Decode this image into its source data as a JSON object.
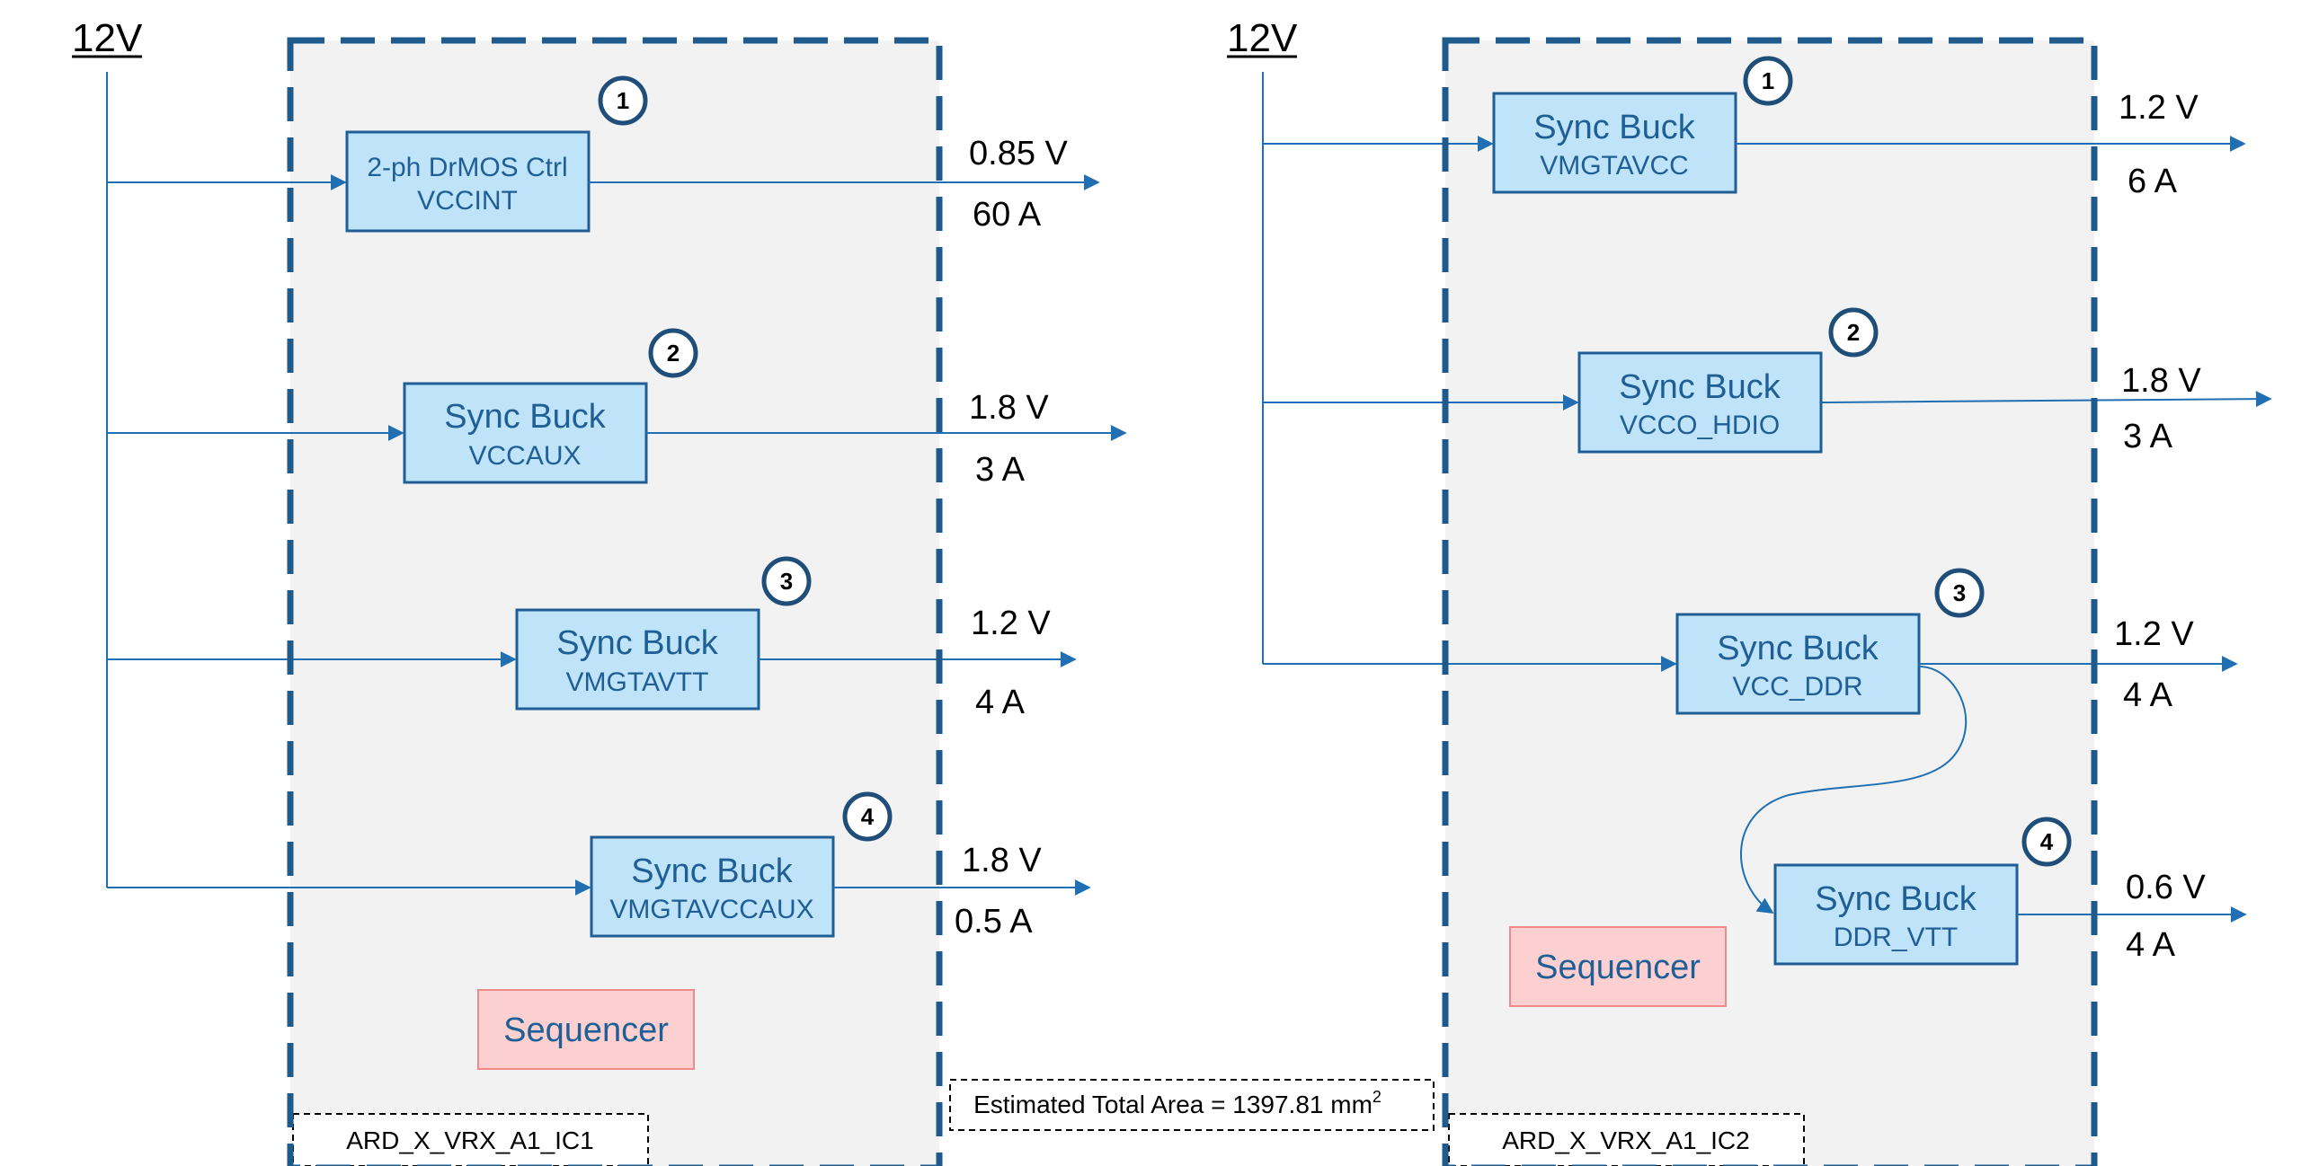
{
  "area_label": "Estimated Total Area = 1397.81 mm",
  "area_sup": "2",
  "left": {
    "rail": "12V",
    "chip_label": "ARD_X_VRX_A1_IC1",
    "sequencer": "Sequencer",
    "regulators": [
      {
        "badge": "1",
        "line1": "2-ph DrMOS Ctrl",
        "line2": "VCCINT",
        "voltage": "0.85 V",
        "current": "60 A"
      },
      {
        "badge": "2",
        "line1": "Sync Buck",
        "line2": "VCCAUX",
        "voltage": "1.8 V",
        "current": "3 A"
      },
      {
        "badge": "3",
        "line1": "Sync Buck",
        "line2": "VMGTAVTT",
        "voltage": "1.2 V",
        "current": "4 A"
      },
      {
        "badge": "4",
        "line1": "Sync Buck",
        "line2": "VMGTAVCCAUX",
        "voltage": "1.8 V",
        "current": "0.5 A"
      }
    ]
  },
  "right": {
    "rail": "12V",
    "chip_label": "ARD_X_VRX_A1_IC2",
    "sequencer": "Sequencer",
    "regulators": [
      {
        "badge": "1",
        "line1": "Sync Buck",
        "line2": "VMGTAVCC",
        "voltage": "1.2 V",
        "current": "6 A"
      },
      {
        "badge": "2",
        "line1": "Sync Buck",
        "line2": "VCCO_HDIO",
        "voltage": "1.8 V",
        "current": "3 A"
      },
      {
        "badge": "3",
        "line1": "Sync Buck",
        "line2": "VCC_DDR",
        "voltage": "1.2 V",
        "current": "4 A"
      },
      {
        "badge": "4",
        "line1": "Sync Buck",
        "line2": "DDR_VTT",
        "voltage": "0.6 V",
        "current": "4 A"
      }
    ]
  },
  "colors": {
    "line": "#1f6fb2",
    "box_fill": "#bfe3f8",
    "box_stroke": "#1f5f96",
    "dash": "#1f5a8c",
    "panel": "#f2f2f2",
    "seq_fill": "#fcd0d0",
    "seq_stroke": "#ef8a8a"
  }
}
